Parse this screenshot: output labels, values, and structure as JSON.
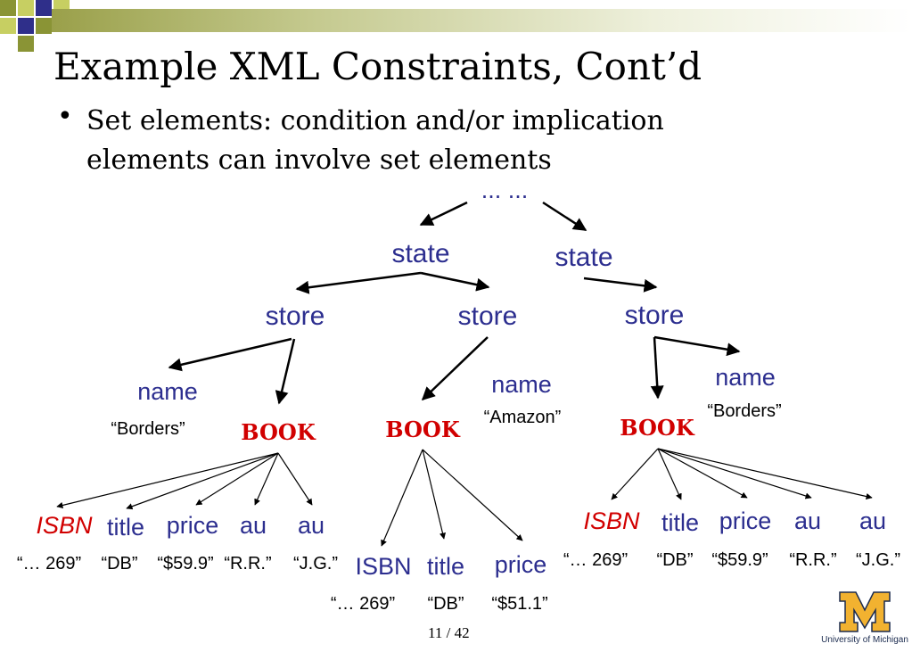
{
  "slide": {
    "title": "Example XML Constraints, Cont’d",
    "bullet_line1": "Set elements: condition and/or implication",
    "bullet_line2": "elements can involve set elements",
    "page_number": "11 / 42",
    "logo_text": "University of Michigan"
  },
  "colors": {
    "node_text": "#2c2e8f",
    "book_text": "#d10000",
    "accent_bar": "#9aa04a"
  },
  "tree": {
    "root": "... ...",
    "state1": "state",
    "state2": "state",
    "store1": "store",
    "store2": "store",
    "store3": "store",
    "name1": "name",
    "name1_value": "“Borders”",
    "name2": "name",
    "name2_value": "“Amazon”",
    "name3": "name",
    "name3_value": "“Borders”",
    "book": "BOOK",
    "isbn": "ISBN",
    "title": "title",
    "price": "price",
    "au": "au",
    "book1_values": {
      "isbn": "“… 269”",
      "title": "“DB”",
      "price": "“$59.9”",
      "au1": "“R.R.”",
      "au2": "“J.G.”"
    },
    "book2_values": {
      "isbn": "“… 269”",
      "title": "“DB”",
      "price": "“$51.1”"
    },
    "book3_values": {
      "isbn": "“… 269”",
      "title": "“DB”",
      "price": "“$59.9”",
      "au1": "“R.R.”",
      "au2": "“J.G.”"
    }
  }
}
